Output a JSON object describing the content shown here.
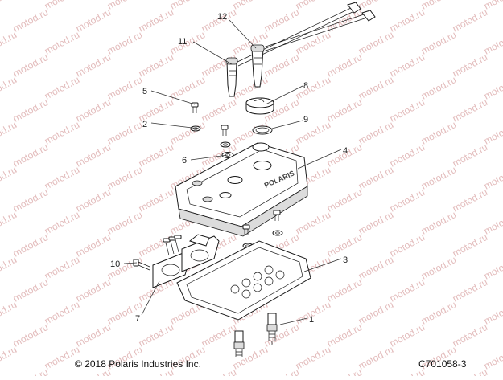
{
  "watermark": "motod.ru",
  "callouts": [
    "1",
    "2",
    "3",
    "4",
    "5",
    "6",
    "7",
    "8",
    "9",
    "10",
    "11",
    "12"
  ],
  "cover_brand": "POLARIS",
  "footer": {
    "copyright": "© 2018 Polaris Industries Inc.",
    "reference": "C701058-3"
  }
}
